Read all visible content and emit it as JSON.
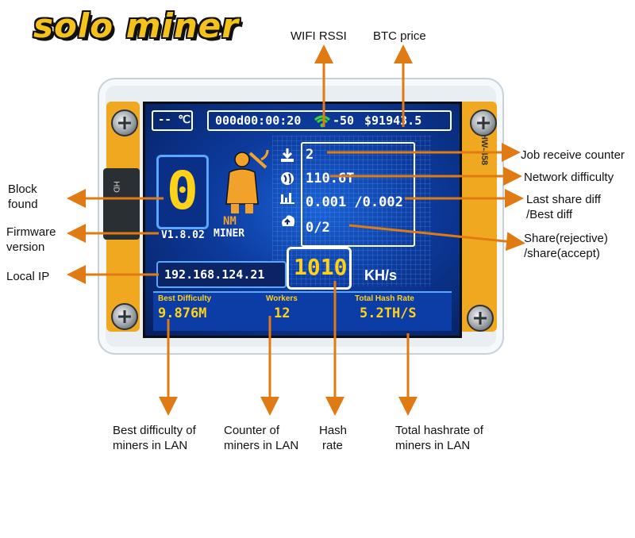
{
  "title": "solo miner",
  "screen": {
    "temp": "-- ℃",
    "uptime": "000d00:00:20",
    "rssi": "-50",
    "btc_price": "$91943.5",
    "block_found": "0",
    "firmware": "V1.8.02",
    "logo_initials": "NM",
    "logo_text": "MINER",
    "job_counter": "2",
    "network_difficulty": "110.6T",
    "share_diff": "0.001 /0.002",
    "shares": "0/2",
    "local_ip": "192.168.124.21",
    "hash_rate": "1010",
    "hash_unit": "KH/s",
    "bottom": {
      "best_difficulty_label": "Best Difficulty",
      "best_difficulty_value": "9.876M",
      "workers_label": "Workers",
      "workers_value": "12",
      "total_hash_label": "Total Hash Rate",
      "total_hash_value": "5.2TH/S"
    }
  },
  "annotations": {
    "wifi_rssi": "WIFI RSSI",
    "btc_price": "BTC price",
    "job_receive_counter": "Job receive counter",
    "network_difficulty": "Network difficulty",
    "last_share_diff_1": "Last share diff",
    "last_share_diff_2": "/Best diff",
    "share_1": "Share(rejective)",
    "share_2": "/share(accept)",
    "block_found_1": "Block",
    "block_found_2": "found",
    "firmware_1": "Firmware",
    "firmware_2": "version",
    "local_ip": "Local IP",
    "best_diff_lan_1": "Best difficulty of",
    "best_diff_lan_2": "miners in LAN",
    "counter_lan_1": "Counter of",
    "counter_lan_2": "miners in LAN",
    "hash_rate_1": "Hash",
    "hash_rate_2": "rate",
    "total_hash_lan_1": "Total hashrate of",
    "total_hash_lan_2": "miners in LAN"
  },
  "board_marks": {
    "right_text": "HW-458",
    "left_text": "HD"
  },
  "colors": {
    "arrow": "#e07a12",
    "title_fill": "#f5c21b",
    "screen_bg": "#0a2b7c",
    "yellow_digits": "#ffd21a",
    "wifi_green": "#37d43a"
  }
}
